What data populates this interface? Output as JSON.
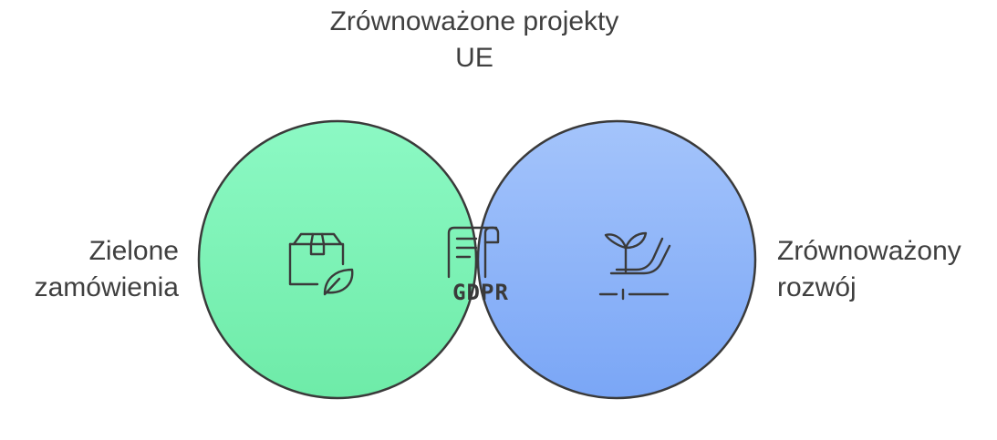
{
  "title": {
    "line1": "Zrównoważone projekty",
    "line2": "UE"
  },
  "left_set": {
    "line1": "Zielone",
    "line2": "zamówienia",
    "icon": "box-leaf-icon",
    "color": "#86F5BD"
  },
  "right_set": {
    "line1": "Zrównoważony",
    "line2": "rozwój",
    "icon": "plant-hand-icon",
    "color": "#8FB4FA"
  },
  "intersection": {
    "icon": "gdpr-document-icon",
    "icon_text": "GDPR",
    "color": "#7CE2FB"
  },
  "colors": {
    "stroke": "#3a3a3a",
    "text": "#3f3f3f"
  }
}
